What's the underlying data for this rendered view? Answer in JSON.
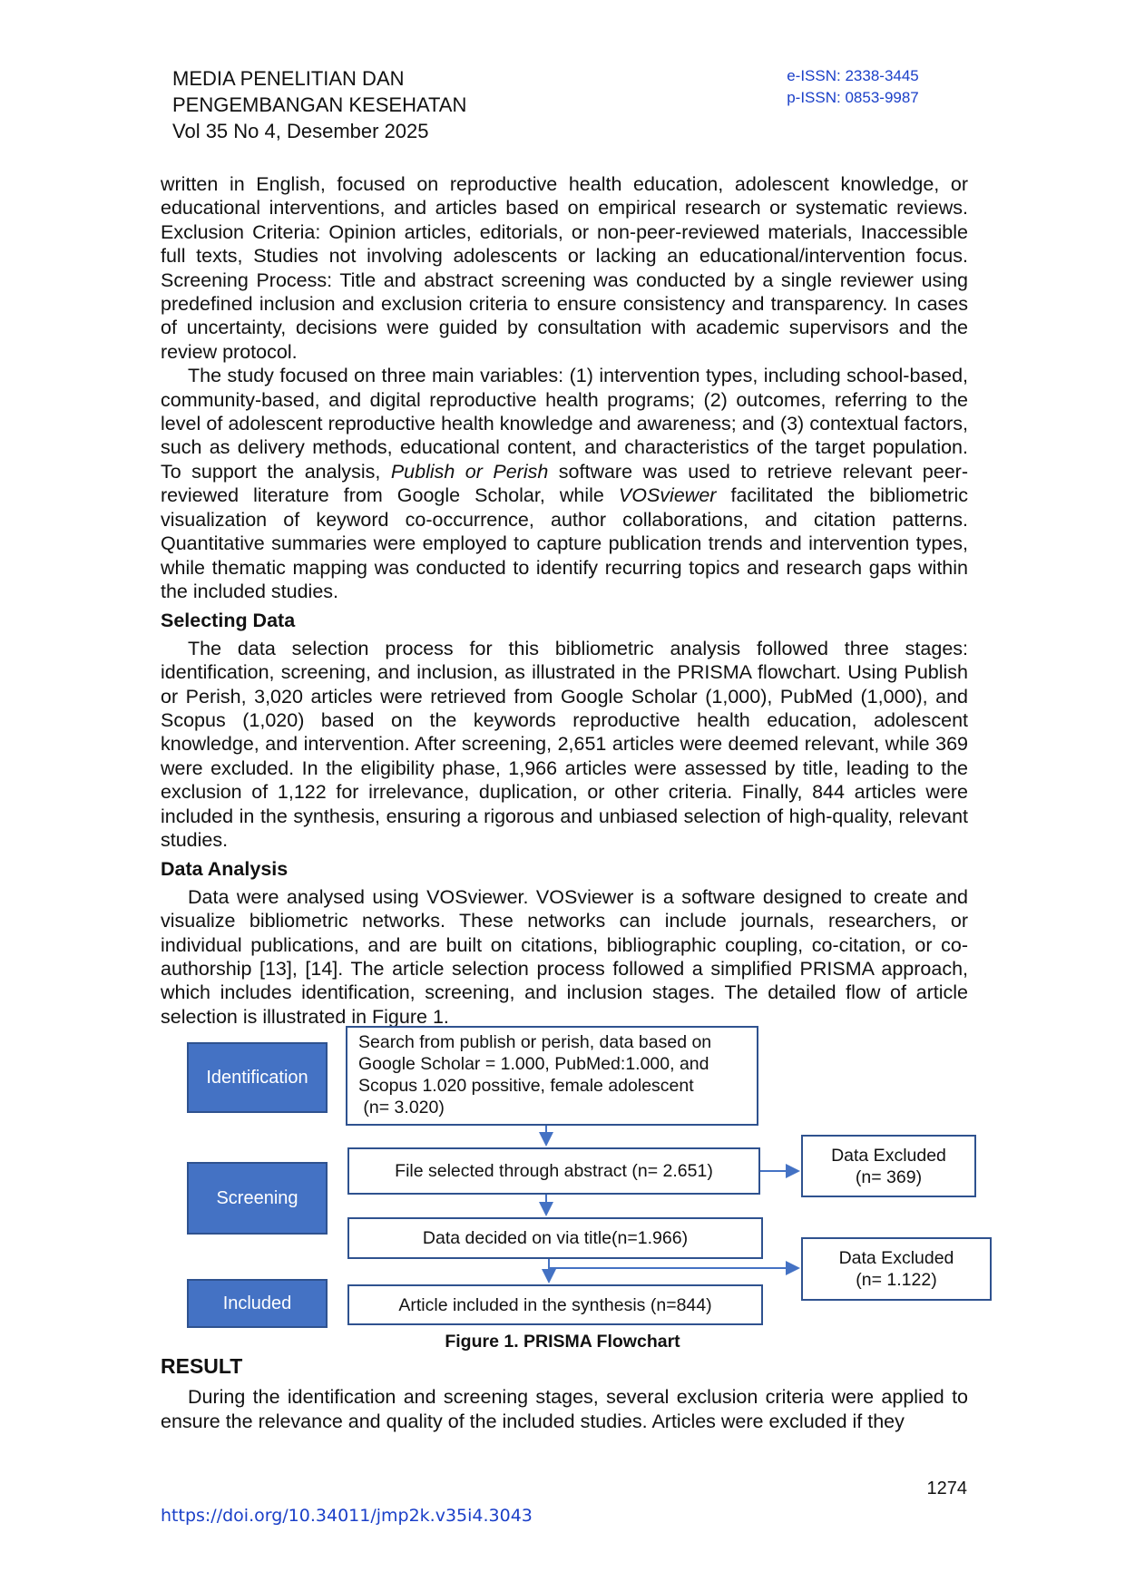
{
  "header": {
    "journal_line1": "MEDIA PENELITIAN DAN",
    "journal_line2": "PENGEMBANGAN KESEHATAN",
    "volume": "Vol 35 No 4, Desember 2025",
    "eissn": "e-ISSN: 2338-3445",
    "pissn": "p-ISSN: 0853-9987"
  },
  "paragraphs": {
    "p1": "written in English, focused on reproductive health education, adolescent knowledge, or educational interventions, and articles based on empirical research or systematic reviews. Exclusion Criteria: Opinion articles, editorials, or non-peer-reviewed materials, Inaccessible full texts, Studies not involving adolescents or lacking an educational/intervention focus. Screening Process: Title and abstract screening was conducted by a single reviewer using predefined inclusion and exclusion criteria to ensure consistency and transparency. In cases of uncertainty, decisions were guided by consultation with academic supervisors and the review protocol.",
    "p2a": "The study focused on three main variables: (1) intervention types, including school-based, community-based, and digital reproductive health programs; (2) outcomes, referring to the level of adolescent reproductive health knowledge and awareness; and (3) contextual factors, such as delivery methods, educational content, and characteristics of the target population. To support the analysis, ",
    "p2_em1": "Publish or Perish",
    "p2b": " software was used to retrieve relevant peer-reviewed literature from Google Scholar, while ",
    "p2_em2": "VOSviewer",
    "p2c": " facilitated the bibliometric visualization of keyword co-occurrence, author collaborations, and citation patterns. Quantitative summaries were employed to capture publication trends and intervention types, while thematic mapping was conducted to identify recurring topics and research gaps within the included studies.",
    "heading_selecting": "Selecting Data",
    "p3": "The data selection process for this bibliometric analysis followed three stages: identification, screening, and inclusion, as illustrated in the PRISMA flowchart. Using Publish or Perish, 3,020 articles were retrieved from Google Scholar (1,000), PubMed (1,000), and Scopus (1,020) based on the keywords reproductive health education, adolescent knowledge, and intervention. After screening, 2,651 articles were deemed relevant, while 369 were excluded. In the eligibility phase, 1,966 articles were assessed by title, leading to the exclusion of 1,122 for irrelevance, duplication, or other criteria. Finally, 844 articles were included in the synthesis, ensuring a rigorous and unbiased selection of high-quality, relevant studies.",
    "heading_analysis": "Data Analysis",
    "p4": "Data were analysed using VOSviewer. VOSviewer is a software designed to create and visualize bibliometric networks. These networks can include journals, researchers, or individual publications, and are built on citations, bibliographic coupling, co-citation, or co-authorship [13], [14]. The article selection process followed a simplified PRISMA approach, which includes identification, screening, and inclusion stages. The detailed flow of article selection is illustrated in Figure 1."
  },
  "flowchart": {
    "stage_identification": "Identification",
    "stage_screening": "Screening",
    "stage_included": "Included",
    "search_line1": "Search from publish or perish, data based on",
    "search_line2": "Google Scholar = 1.000, PubMed:1.000, and",
    "search_line3": "Scopus 1.020 possitive, female adolescent",
    "search_line4": " (n= 3.020)",
    "abstract_box": "File selected through abstract (n= 2.651)",
    "title_box": "Data decided on via title(n=1.966)",
    "included_box": "Article included in the synthesis (n=844)",
    "excluded1_line1": "Data Excluded",
    "excluded1_line2": "(n= 369)",
    "excluded2_line1": "Data Excluded",
    "excluded2_line2": "(n= 1.122)",
    "colors": {
      "stage_fill": "#4472c4",
      "border": "#2f528f"
    }
  },
  "caption": "Figure 1. PRISMA Flowchart",
  "result": {
    "heading": "RESULT",
    "text": "During the identification and screening stages, several exclusion criteria were applied to ensure the relevance and quality of the included studies. Articles were excluded if they"
  },
  "footer": {
    "page_number": "1274",
    "doi": "https://doi.org/10.34011/jmp2k.v35i4.3043"
  }
}
